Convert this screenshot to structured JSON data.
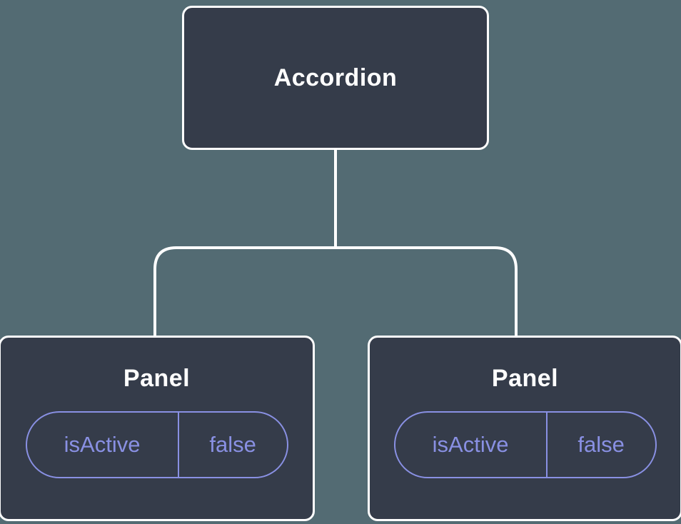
{
  "colors": {
    "background": "#536b73",
    "node_fill": "#353c4a",
    "node_border": "#ffffff",
    "connector": "#ffffff",
    "accent": "#8990e3",
    "text": "#ffffff"
  },
  "tree": {
    "root": {
      "label": "Accordion"
    },
    "children": [
      {
        "label": "Panel",
        "props": [
          {
            "name": "isActive",
            "value": "false"
          }
        ]
      },
      {
        "label": "Panel",
        "props": [
          {
            "name": "isActive",
            "value": "false"
          }
        ]
      }
    ]
  }
}
